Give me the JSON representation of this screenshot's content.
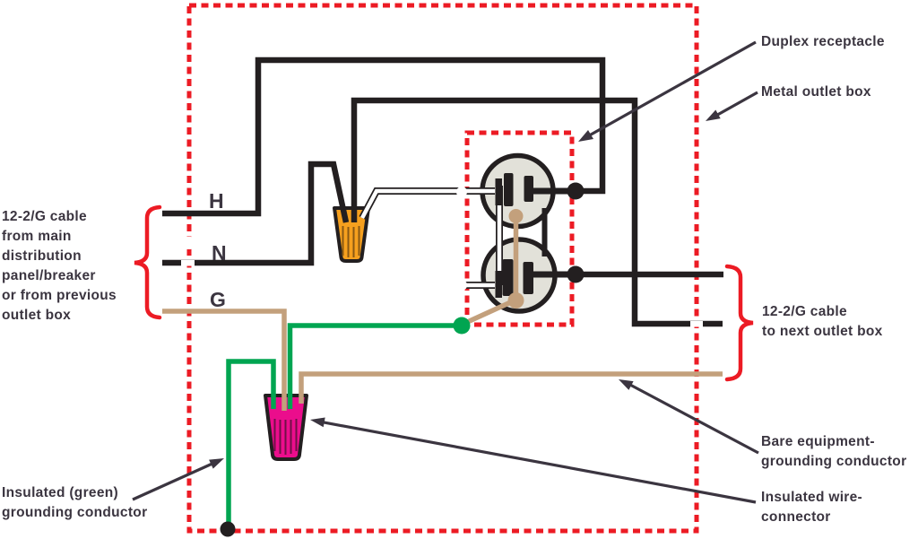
{
  "colors": {
    "red": "#EC1B24",
    "green": "#00A551",
    "tan": "#C3A07C",
    "orange": "#F6A01E",
    "orange-ridge": "#8a5913",
    "magenta": "#EB0D8C",
    "magenta-ridge": "#711048",
    "wire": "#231F20",
    "receptacle": "#E2E1D9",
    "text": "#3B3540"
  },
  "labels": {
    "source_cable": "12-2/G cable\nfrom main\ndistribution\npanel/breaker\nor from previous\noutlet box",
    "duplex_receptacle": "Duplex receptacle",
    "metal_outlet_box": "Metal outlet box",
    "next_cable": "12-2/G cable\nto next outlet box",
    "bare_ground": "Bare equipment-\ngrounding conductor",
    "insulated_connector": "Insulated wire-\nconnector",
    "green_ground": "Insulated (green)\ngrounding conductor",
    "hot_letter": "H",
    "neutral_letter": "N",
    "ground_letter": "G"
  }
}
